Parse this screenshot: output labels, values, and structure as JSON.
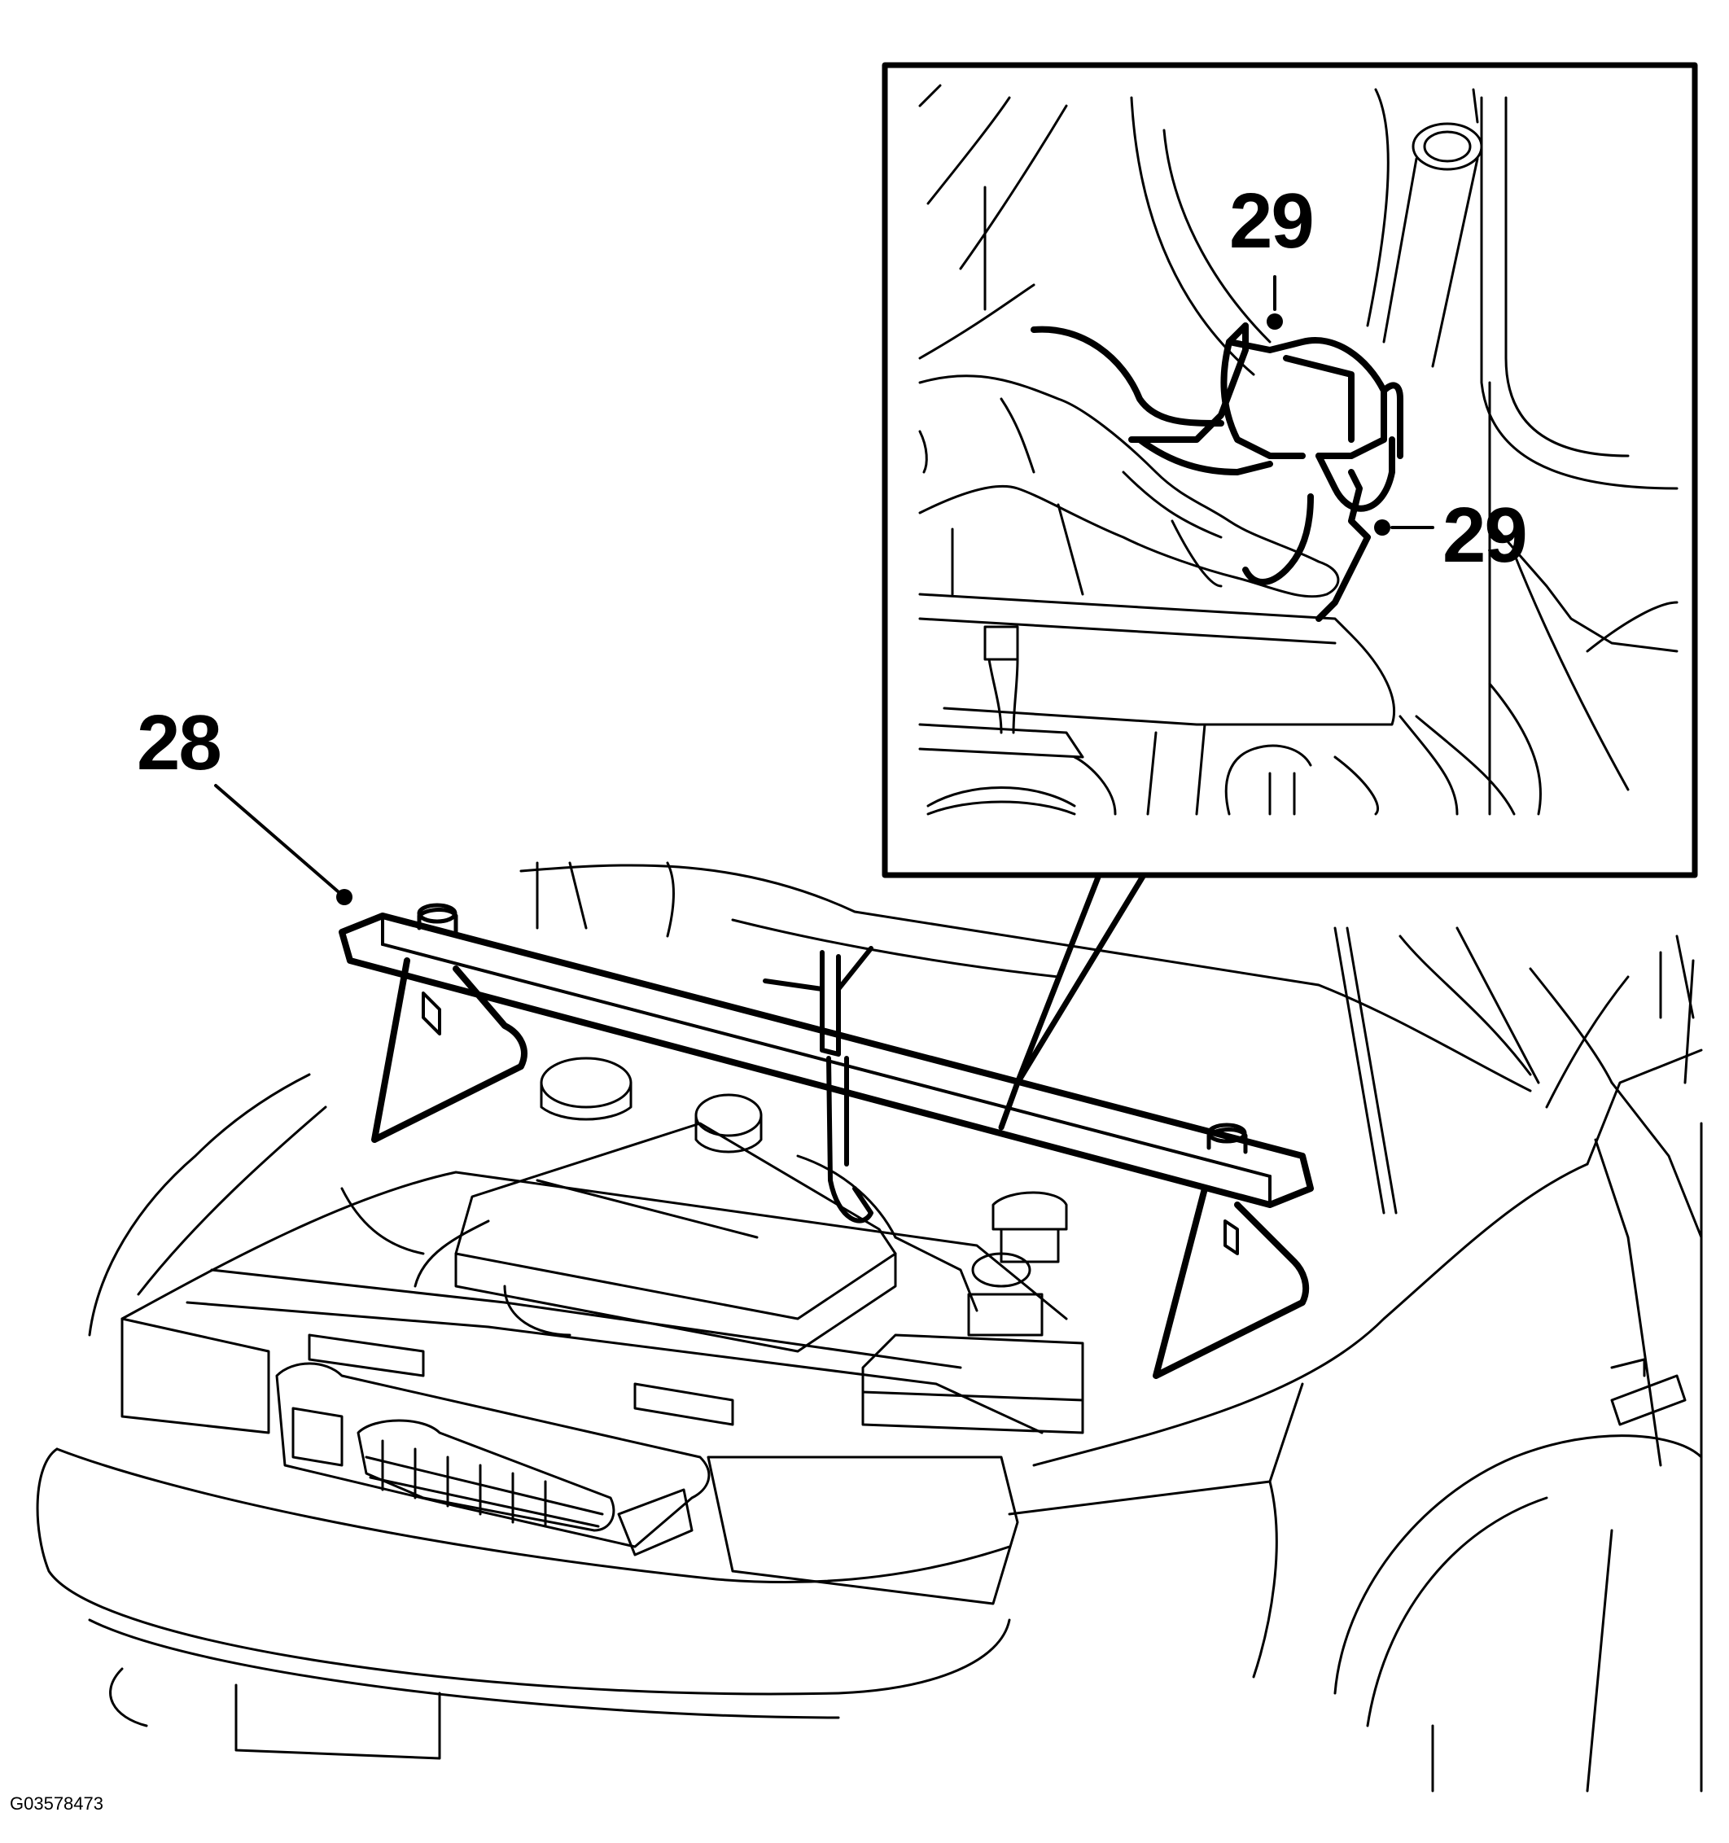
{
  "callouts": {
    "support_bar": "28",
    "inset_upper": "29",
    "inset_right": "29"
  },
  "figure_id": "G03578473",
  "colors": {
    "ink": "#000000",
    "paper": "#ffffff"
  }
}
